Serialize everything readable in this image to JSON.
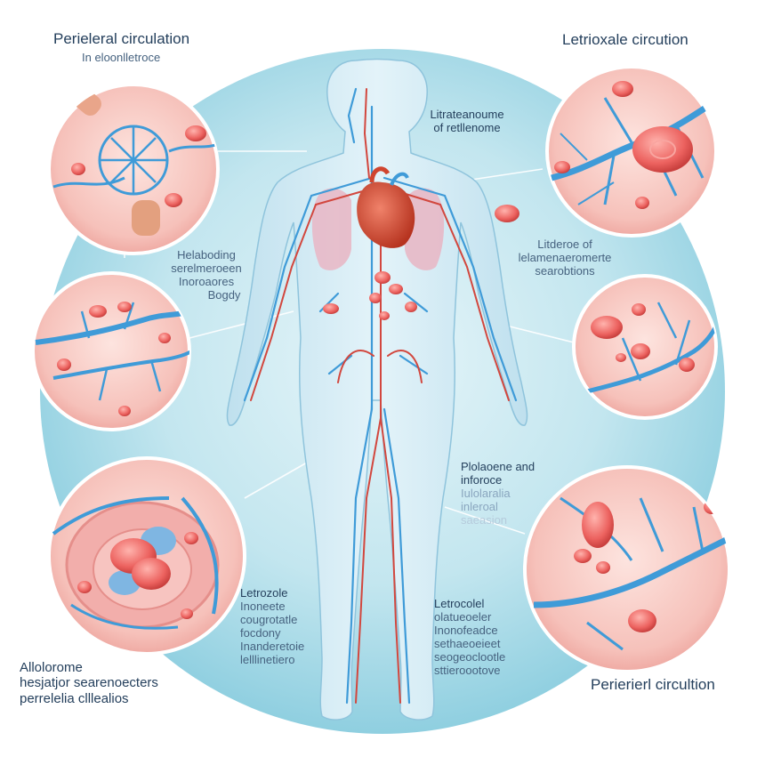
{
  "labels": {
    "top_left_title": "Perieleral circulation",
    "top_left_sub": "In eloonlletroce",
    "top_right_title": "Letrioxale circution",
    "heart_label_1": "Litrateanoume",
    "heart_label_2": "of retllenome",
    "mid_left_1": "Helaboding",
    "mid_left_2": "serelmeroeen",
    "mid_left_3": "Inoroaores",
    "mid_left_4": "Bogdy",
    "mid_right_1": "Litderoe of",
    "mid_right_2": "lelamenaeromerte",
    "mid_right_3": "searobtions",
    "low_right_1": "Plolaoene and",
    "low_right_2": "inforoce",
    "low_right_3": "Iulolaralia",
    "low_right_4": "inleroal",
    "low_right_5": "saeasion",
    "center_left_1": "Letrozole",
    "center_left_2": "Inoneete",
    "center_left_3": "cougrotatle",
    "center_left_4": "focdony",
    "center_left_5": "Inanderetoie",
    "center_left_6": "lelllinetiero",
    "center_right_1": "Letrocolel",
    "center_right_2": "olatueoeler",
    "center_right_3": "Inonofeadce",
    "center_right_4": "sethaeoeieet",
    "center_right_5": "seogeoclootle",
    "center_right_6": "sttieroootove",
    "bottom_left_1": "Allolorome",
    "bottom_left_2": "hesjatjor searenoecters",
    "bottom_left_3": "perrelelia clllealios",
    "bottom_right_title": "Perierierl circultion"
  },
  "colors": {
    "backdrop": "#bfe4ee",
    "vein": "#3f9bd8",
    "artery": "#d2473e",
    "tissue": "#f7c6c0",
    "heart": "#d0452f",
    "blood_cell": "#ef6f6c"
  }
}
